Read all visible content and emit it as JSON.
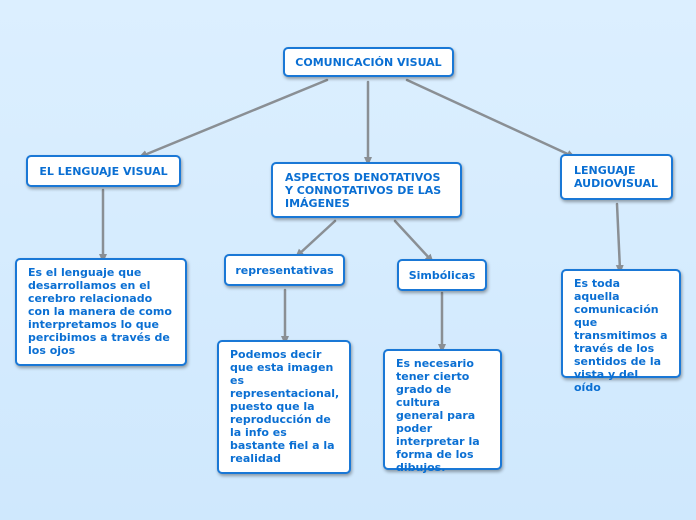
{
  "map": {
    "root": "COMUNICACIÓN VISUAL",
    "lenguaje_visual": "EL LENGUAJE VISUAL",
    "aspectos": "ASPECTOS DENOTATIVOS Y CONNOTATIVOS DE LAS IMÁGENES",
    "audiovisual": "LENGUAJE AUDIOVISUAL",
    "representativas": "representativas",
    "simbolicas": "Simbólicas",
    "def_lenguaje_visual": "Es el lenguaje que desarrollamos en el cerebro relacionado con la manera de como interpretamos lo que percibimos a través de los ojos",
    "def_representativas": "Podemos decir que esta imagen es representacional, puesto que la reproducción de la info es bastante fiel a la realidad",
    "def_simbolicas": "Es necesario tener cierto grado de cultura general para poder interpretar la forma de los dibujos.",
    "def_audiovisual": "Es toda aquella comunicación que transmitimos a través de los sentidos de la vista y del oído"
  }
}
